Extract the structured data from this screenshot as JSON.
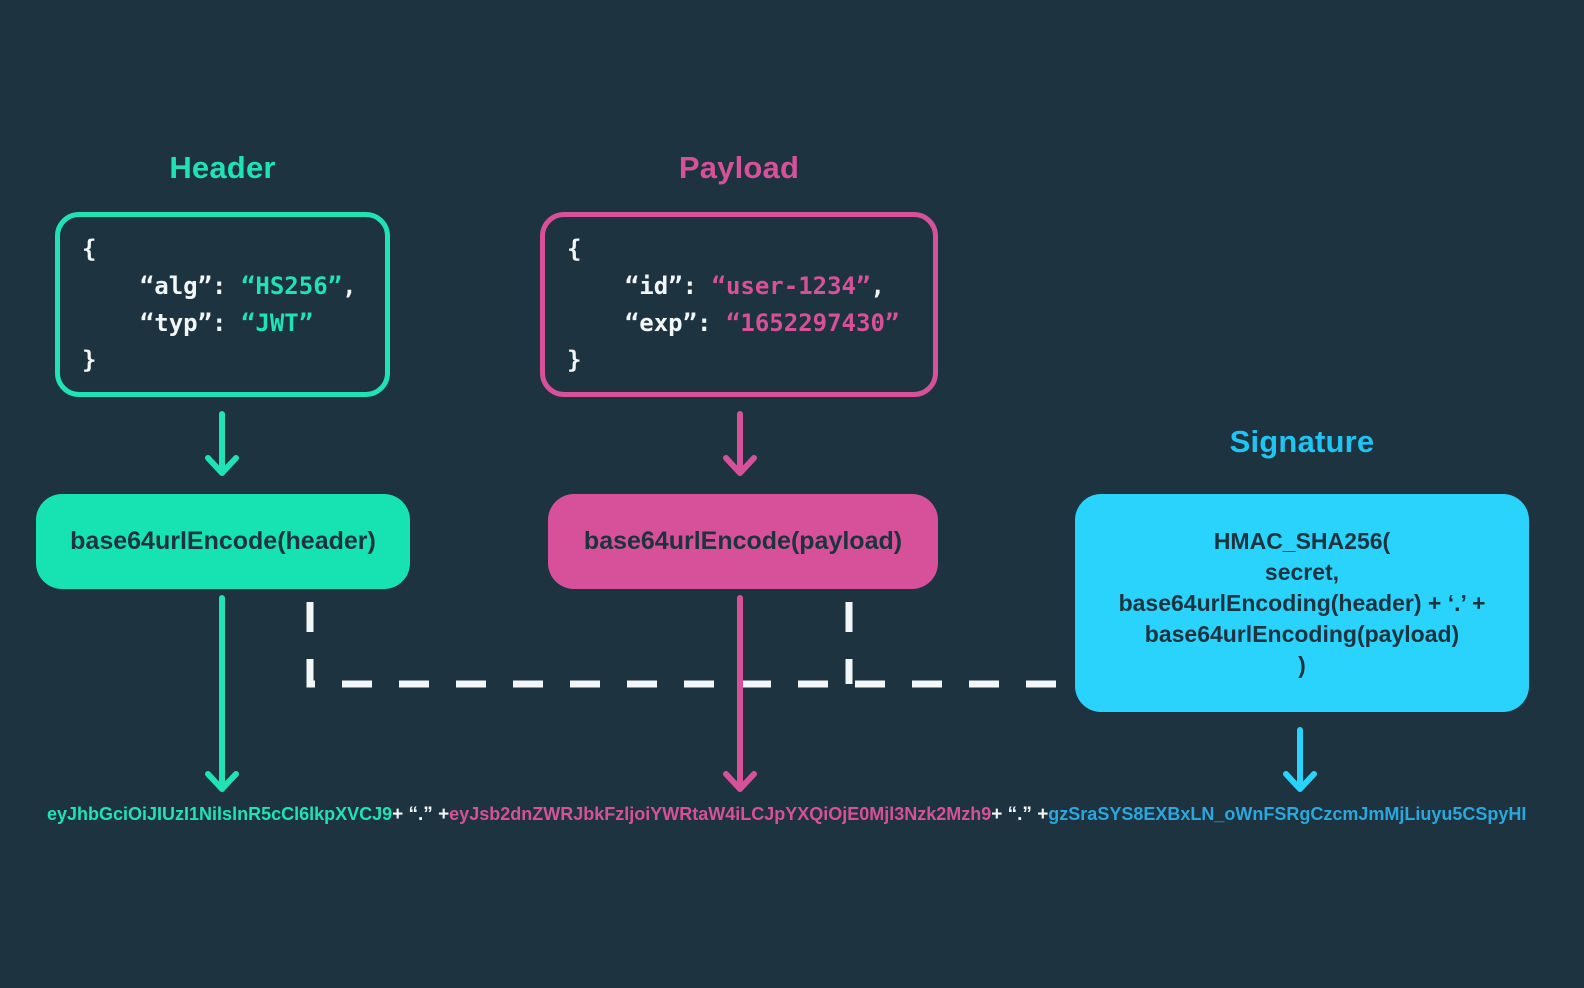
{
  "colors": {
    "background": "#1d3340",
    "teal_accent": "#1fe3b5",
    "teal_fill": "#17e3b2",
    "pink_accent": "#d6519a",
    "cyan_title": "#1fc4f2",
    "cyan_fill": "#29d3fb",
    "cyan_string": "#2ba7de",
    "text_light": "#f2f6f7",
    "text_dark": "#1d3340",
    "dashed_connector": "#f2f6f7"
  },
  "header_section": {
    "title": "Header",
    "code_lines": [
      [
        {
          "t": "{",
          "c": "plain"
        }
      ],
      [
        {
          "t": "    “alg”: ",
          "c": "plain"
        },
        {
          "t": "“HS256”",
          "c": "teal"
        },
        {
          "t": ",",
          "c": "plain"
        }
      ],
      [
        {
          "t": "    “typ”: ",
          "c": "plain"
        },
        {
          "t": "“JWT”",
          "c": "teal"
        }
      ],
      [
        {
          "t": "}",
          "c": "plain"
        }
      ]
    ],
    "encode_label": "base64urlEncode(header)"
  },
  "payload_section": {
    "title": "Payload",
    "code_lines": [
      [
        {
          "t": "{",
          "c": "plain"
        }
      ],
      [
        {
          "t": "    “id”: ",
          "c": "plain"
        },
        {
          "t": "“user-1234”",
          "c": "pink"
        },
        {
          "t": ",",
          "c": "plain"
        }
      ],
      [
        {
          "t": "    “exp”: ",
          "c": "plain"
        },
        {
          "t": "“1652297430”",
          "c": "pink"
        }
      ],
      [
        {
          "t": "}",
          "c": "plain"
        }
      ]
    ],
    "encode_label": "base64urlEncode(payload)"
  },
  "signature_section": {
    "title": "Signature",
    "lines": [
      "HMAC_SHA256(",
      "secret,",
      "base64urlEncoding(header) + ‘.’ +",
      "base64urlEncoding(payload)",
      ")"
    ]
  },
  "output": {
    "parts": [
      {
        "name": "encoded-header-string",
        "text": "eyJhbGciOiJIUzI1NilslnR5cCl6lkpXVCJ9",
        "color": "teal"
      },
      {
        "name": "dot-separator",
        "text": "+ “.” +",
        "color": "white"
      },
      {
        "name": "encoded-payload-string",
        "text": "eyJsb2dnZWRJbkFzljoiYWRtaW4iLCJpYXQiOjE0Mjl3Nzk2Mzh9",
        "color": "pink"
      },
      {
        "name": "dot-separator",
        "text": "+ “.” +",
        "color": "white"
      },
      {
        "name": "encoded-signature-string",
        "text": "gzSraSYS8EXBxLN_oWnFSRgCzcmJmMjLiuyu5CSpyHI",
        "color": "cyan"
      }
    ]
  }
}
